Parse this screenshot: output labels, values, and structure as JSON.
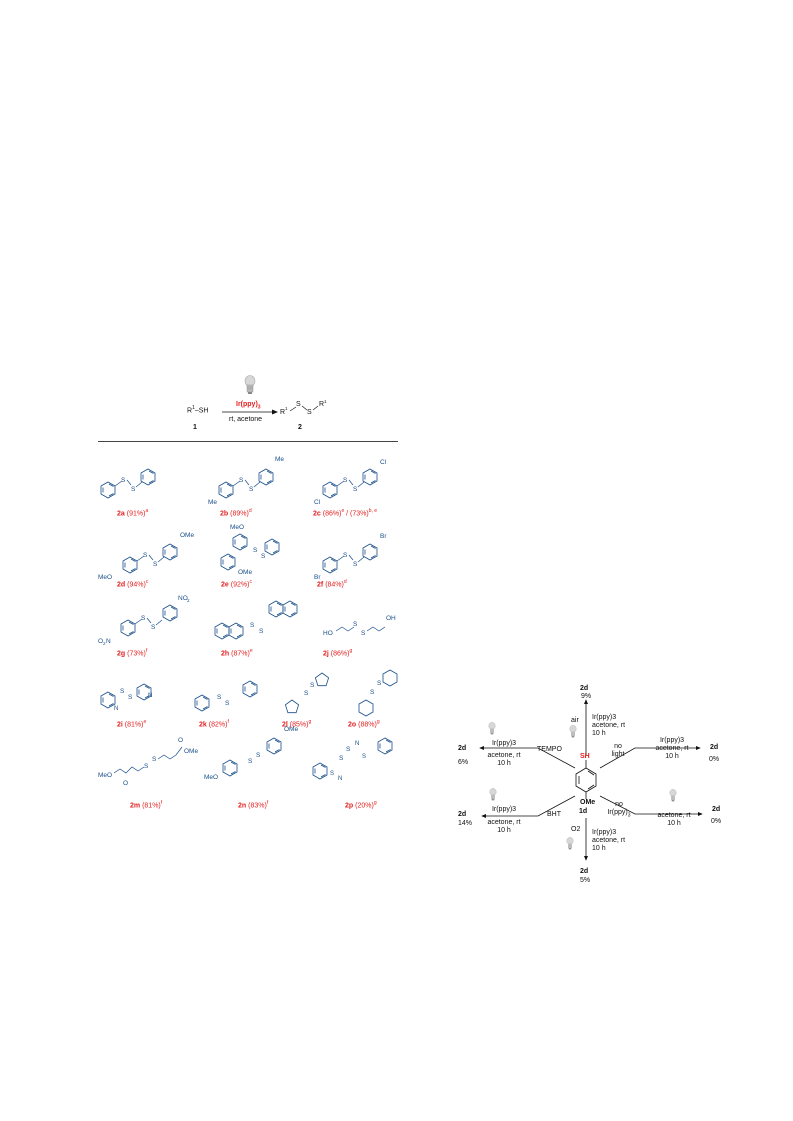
{
  "scheme": {
    "reactant": "R",
    "reactant_sup": "1",
    "reactant_suffix": "–SH",
    "reactant_number": "1",
    "catalyst": "Ir(ppy)",
    "catalyst_sub": "3",
    "conditions": "rt, acetone",
    "product_number": "2",
    "product_r": "R",
    "product_r_sup": "1",
    "product_s1": "S",
    "product_s2": "S"
  },
  "colors": {
    "red": "#e41e1e",
    "blue": "#1a4f8a",
    "black": "#111111"
  },
  "products": [
    {
      "id": "2a",
      "yield": "(91%)",
      "note": "a"
    },
    {
      "id": "2b",
      "yield": "(89%)",
      "note": "d"
    },
    {
      "id": "2c",
      "yield": "(86%)",
      "note": "e",
      "extra": " / (73%)",
      "extra_note": "b, e"
    },
    {
      "id": "2d",
      "yield": "(94%)",
      "note": "c"
    },
    {
      "id": "2e",
      "yield": "(92%)",
      "note": "c"
    },
    {
      "id": "2f",
      "yield": "(84%)",
      "note": "d"
    },
    {
      "id": "2g",
      "yield": "(73%)",
      "note": "f"
    },
    {
      "id": "2h",
      "yield": "(87%)",
      "note": "e"
    },
    {
      "id": "2j",
      "yield": "(86%)",
      "note": "g"
    },
    {
      "id": "2i",
      "yield": "(81%)",
      "note": "e"
    },
    {
      "id": "2k",
      "yield": "(82%)",
      "note": "f"
    },
    {
      "id": "2l",
      "yield": "(85%)",
      "note": "g"
    },
    {
      "id": "2o",
      "yield": "(88%)",
      "note": "g"
    },
    {
      "id": "2m",
      "yield": "(81%)",
      "note": "f"
    },
    {
      "id": "2n",
      "yield": "(83%)",
      "note": "f"
    },
    {
      "id": "2p",
      "yield": "(20%)",
      "note": "g"
    }
  ],
  "substituents": {
    "me": "Me",
    "cl": "Cl",
    "ome": "OMe",
    "meo": "MeO",
    "br": "Br",
    "no2": "NO",
    "no2_sub": "2",
    "o2n": "O",
    "o2n_sub": "2",
    "o2n_n": "N",
    "ho": "HO",
    "oh": "OH",
    "n": "N",
    "s": "S",
    "o": "O"
  },
  "control": {
    "center_number": "1d",
    "center_sh": "SH",
    "center_ome": "OMe",
    "top": {
      "product": "2d",
      "yield": "9%",
      "lines": [
        "Ir(ppy)3",
        "acetone, rt",
        "10 h"
      ],
      "side": "air"
    },
    "bottom": {
      "product": "2d",
      "yield": "5%",
      "lines": [
        "Ir(ppy)3",
        "acetone, rt",
        "10 h"
      ],
      "side": "O2"
    },
    "upper_left": {
      "product": "2d",
      "yield": "6%",
      "lines": [
        "Ir(ppy)3",
        "acetone, rt",
        "10 h"
      ],
      "side": "TEMPO"
    },
    "lower_left": {
      "product": "2d",
      "yield": "14%",
      "lines": [
        "Ir(ppy)3",
        "acetone, rt",
        "10 h"
      ],
      "side": "BHT"
    },
    "upper_right": {
      "product": "2d",
      "yield": "0%",
      "lines": [
        "Ir(ppy)3",
        "acetone, rt",
        "10 h"
      ],
      "side": "no light"
    },
    "lower_right": {
      "product": "2d",
      "yield": "0%",
      "lines": [
        "acetone, rt",
        "10 h"
      ],
      "side": "no Ir(ppy)3"
    }
  }
}
